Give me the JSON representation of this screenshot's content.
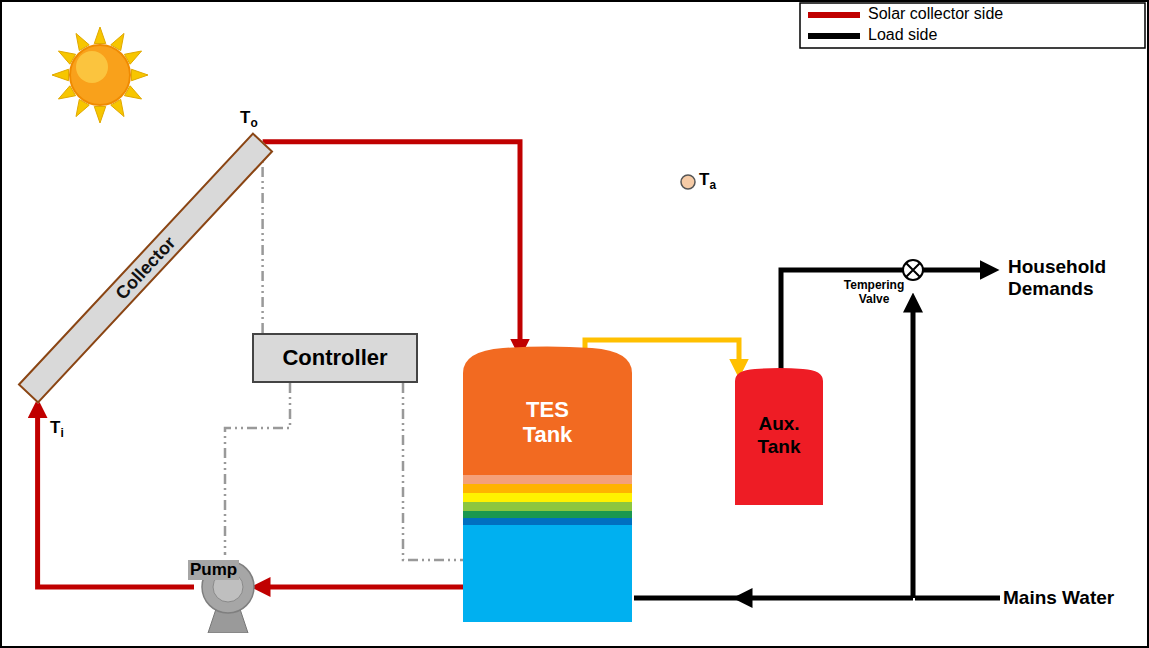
{
  "diagram": {
    "nodes": [
      {
        "text": [
          "Collector"
        ]
      },
      {
        "text": [
          "Controller"
        ]
      },
      {
        "text": [
          "TES Tank"
        ]
      },
      {
        "text": [
          "Aux. Tank"
        ]
      },
      {
        "text": [
          "Pump"
        ]
      }
    ],
    "edges": [
      {
        "from": 0,
        "to": 2,
        "arrow": "to"
      },
      {
        "from": 1,
        "to": 0,
        "arrow": "none"
      },
      {
        "from": 1,
        "to": 4,
        "arrow": "none"
      },
      {
        "from": 1,
        "to": 2,
        "arrow": "none"
      },
      {
        "from": 2,
        "to": 3,
        "arrow": "to"
      },
      {
        "from": 2,
        "to": 4,
        "arrow": "to"
      },
      {
        "from": 4,
        "to": 0,
        "arrow": "to"
      }
    ],
    "labels": [
      "To",
      "Ti",
      "Ta",
      "Tempering Valve",
      "Household Demands",
      "Mains Water"
    ],
    "legend": [
      {
        "text": "Solar collector side"
      },
      {
        "text": "Load side"
      }
    ]
  }
}
